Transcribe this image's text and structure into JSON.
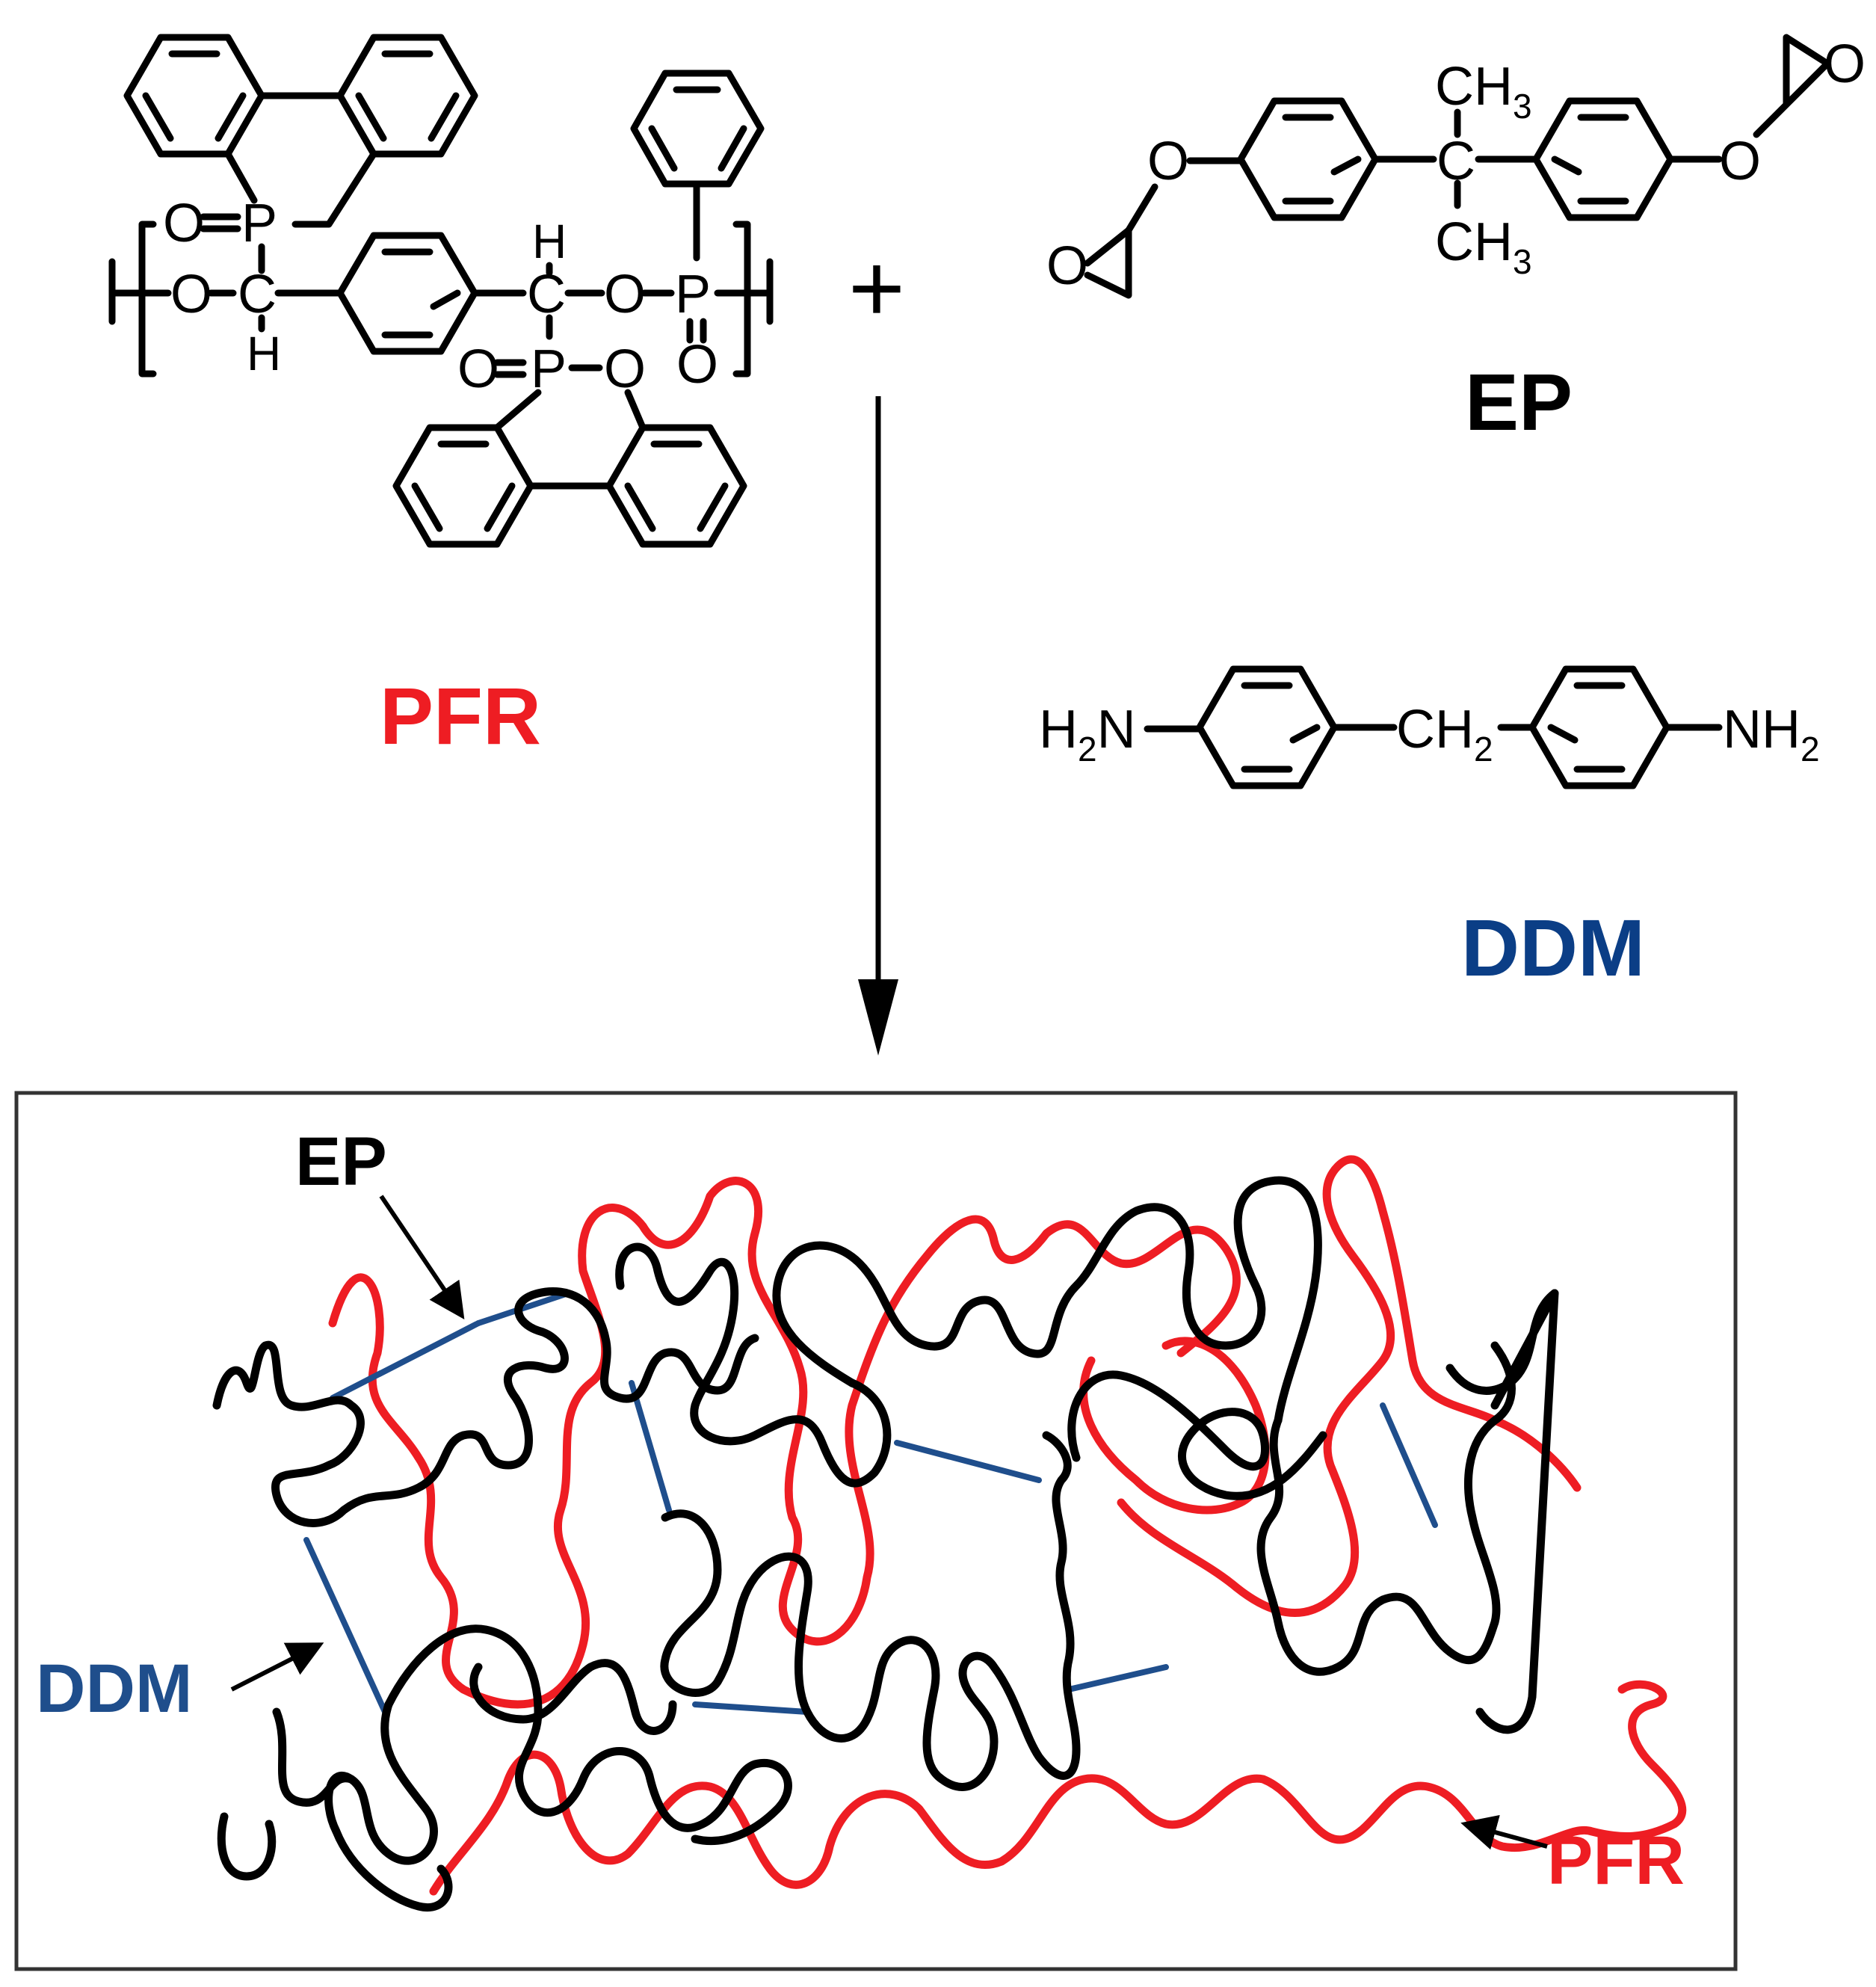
{
  "colors": {
    "pfr": "#ee1d23",
    "ddm": "#1f4e8c",
    "ep": "#000000",
    "ddm_dark": "#0b3e86",
    "frame": "#333333"
  },
  "labels": {
    "pfr": "PFR",
    "ep": "EP",
    "ddm": "DDM",
    "plus": "+"
  },
  "network": {
    "ep_label": "EP",
    "ddm_label": "DDM",
    "pfr_label": "PFR"
  },
  "atoms": {
    "O": "O",
    "P": "P",
    "C": "C",
    "H": "H",
    "CH3": "CH",
    "three": "3",
    "two": "2",
    "H2N_H": "H",
    "N": "N",
    "NH": "NH",
    "CH2": "CH"
  }
}
